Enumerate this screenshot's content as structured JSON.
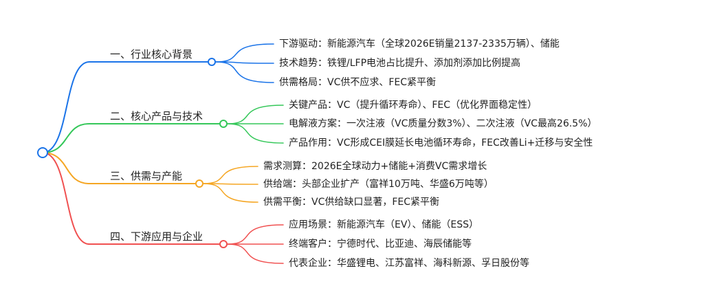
{
  "colors": {
    "root": "#1a73e8",
    "blue": "#1a73e8",
    "green": "#34c759",
    "orange": "#f5a623",
    "red": "#f05050"
  },
  "branches": [
    {
      "label": "一、行业核心背景",
      "color": "#1a73e8",
      "leaves": [
        "下游驱动：新能源汽车（全球2026E销量2137-2335万辆）、储能",
        "技术趋势：铁锂/LFP电池占比提升、添加剂添加比例提高",
        "供需格局：VC供不应求、FEC紧平衡"
      ]
    },
    {
      "label": "二、核心产品与技术",
      "color": "#34c759",
      "leaves": [
        "关键产品：VC（提升循环寿命）、FEC（优化界面稳定性）",
        "电解液方案：一次注液（VC质量分数3%）、二次注液（VC最高26.5%）",
        "产品作用：VC形成CEI膜延长电池循环寿命，FEC改善Li+迁移与安全性"
      ]
    },
    {
      "label": "三、供需与产能",
      "color": "#f5a623",
      "leaves": [
        "需求测算：2026E全球动力+储能+消费VC需求增长",
        "供给端：头部企业扩产（富祥10万吨、华盛6万吨等）",
        "供需平衡：VC供给缺口显著，FEC紧平衡"
      ]
    },
    {
      "label": "四、下游应用与企业",
      "color": "#f05050",
      "leaves": [
        "应用场景：新能源汽车（EV）、储能（ESS）",
        "终端客户：宁德时代、比亚迪、海辰储能等",
        "代表企业：华盛锂电、江苏富祥、海科新源、孚日股份等"
      ]
    }
  ]
}
